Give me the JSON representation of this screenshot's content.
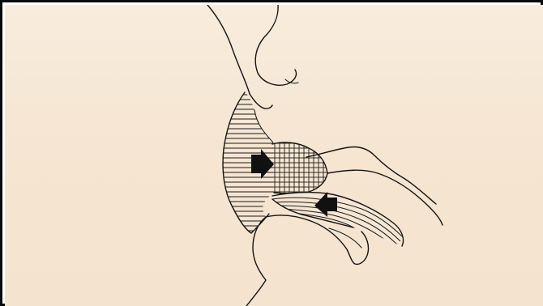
{
  "figure": {
    "subject": "",
    "background_color": "#f6e7d5",
    "ink_color": "#141414",
    "arrows": [
      {
        "name": "lip-pressure-arrow",
        "direction": "right"
      },
      {
        "name": "tongue-thrust-arrow",
        "direction": "left"
      }
    ]
  }
}
